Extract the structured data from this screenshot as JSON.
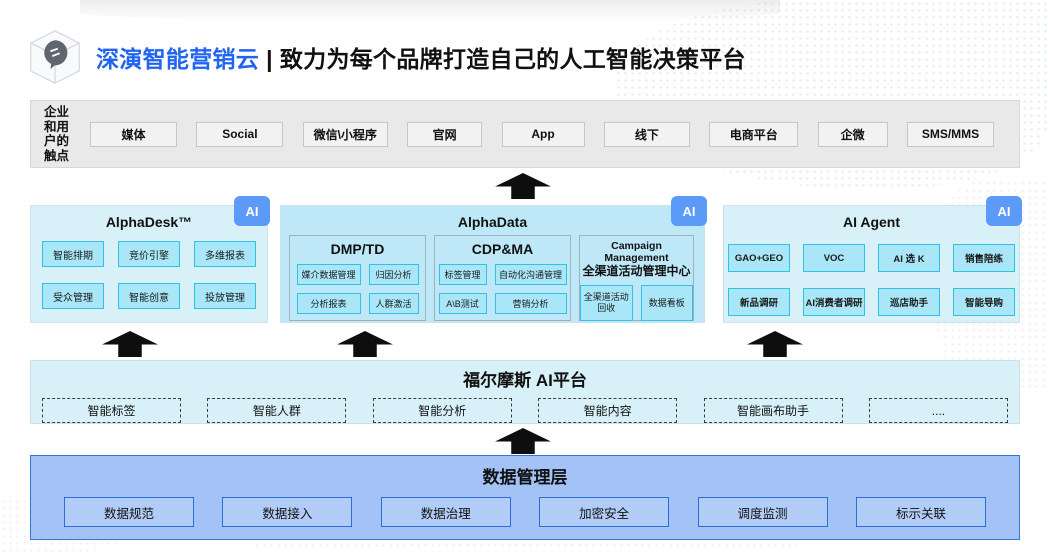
{
  "header": {
    "brand": "深演智能营销云",
    "separator": "|",
    "tagline": "致力为每个品牌打造自己的人工智能决策平台"
  },
  "touchpoints": {
    "label": "企业和用户的触点",
    "items": [
      "媒体",
      "Social",
      "微信\\小程序",
      "官网",
      "App",
      "线下",
      "电商平台",
      "企微",
      "SMS/MMS"
    ]
  },
  "alphadesk": {
    "title": "AlphaDesk™",
    "badge": "AI",
    "items": [
      "智能排期",
      "竞价引擎",
      "多维报表",
      "受众管理",
      "智能创意",
      "投放管理"
    ]
  },
  "alphadata": {
    "title": "AlphaData",
    "badge": "AI",
    "dmp": {
      "title": "DMP/TD",
      "items": [
        "媒介数据管理",
        "归因分析",
        "分析报表",
        "人群激活"
      ]
    },
    "cdp": {
      "title": "CDP&MA",
      "items": [
        "标签管理",
        "自动化沟通管理",
        "A\\B测试",
        "营销分析"
      ]
    },
    "campaign": {
      "title_en": "Campaign Management",
      "title_cn": "全渠道活动管理中心",
      "items": [
        "全渠道活动回收",
        "数据看板"
      ]
    }
  },
  "ai_agent": {
    "title": "AI Agent",
    "badge": "AI",
    "items": [
      "GAO+GEO",
      "VOC",
      "AI 选 K",
      "销售陪练",
      "新品调研",
      "AI消费者调研",
      "巡店助手",
      "智能导购"
    ]
  },
  "ai_platform": {
    "title": "福尔摩斯 AI平台",
    "items": [
      "智能标签",
      "智能人群",
      "智能分析",
      "智能内容",
      "智能画布助手",
      "...."
    ]
  },
  "data_layer": {
    "title": "数据管理层",
    "items": [
      "数据规范",
      "数据接入",
      "数据治理",
      "加密安全",
      "调度监测",
      "标示关联"
    ]
  },
  "colors": {
    "brand_blue": "#2065f2",
    "badge_blue": "#5b9af6",
    "cyan_panel": "#d8f1f9",
    "cyan_panel_deep": "#bee8f7",
    "cyan_button": "#a9e7f8",
    "cyan_border": "#30c2e4",
    "gray_bar": "#e9e9e9",
    "data_blue_bg": "#a3c2f6",
    "data_blue_border": "#3a73d8",
    "arrow_black": "#0e0e0e"
  }
}
